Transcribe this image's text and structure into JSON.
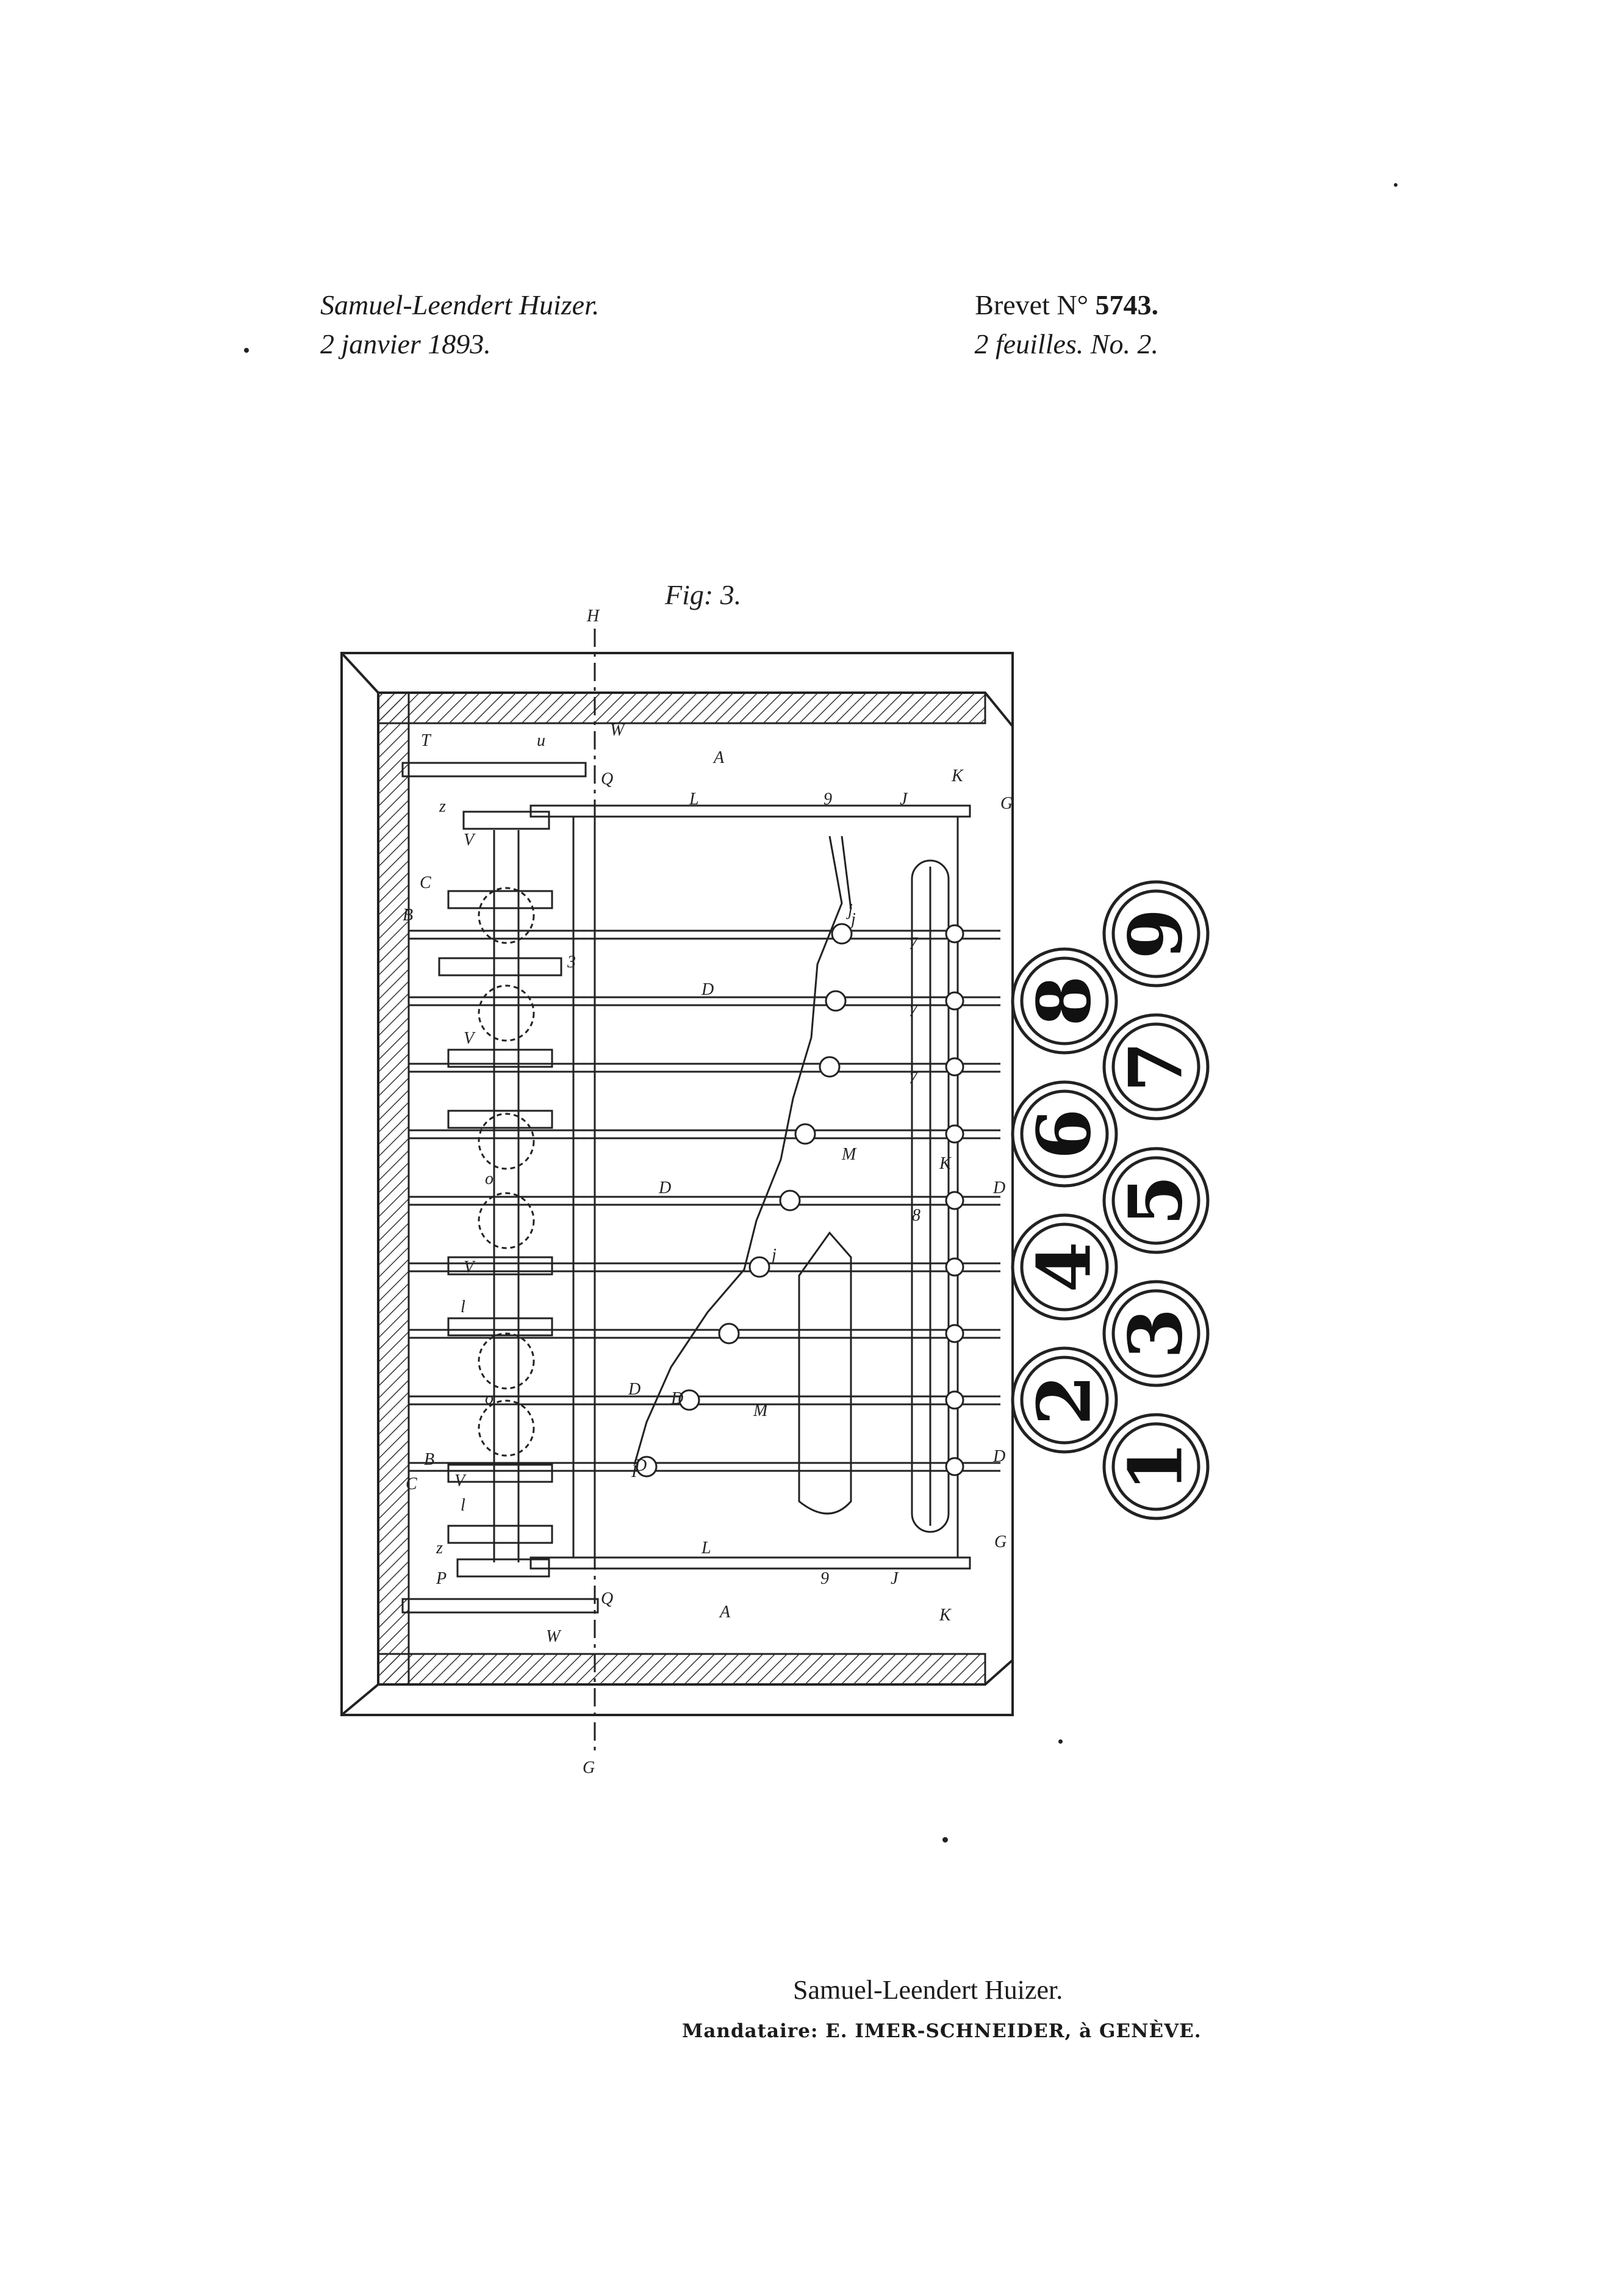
{
  "header": {
    "inventor": "Samuel-Leendert Huizer.",
    "date": "2 janvier 1893.",
    "patent_prefix": "Brevet N°",
    "patent_number": "5743.",
    "sheets": "2 feuilles. No. 2."
  },
  "figure": {
    "title": "Fig: 3.",
    "keys": [
      "9",
      "8",
      "7",
      "6",
      "5",
      "4",
      "3",
      "2",
      "1"
    ],
    "section_labels": {
      "top": "H",
      "bottom": "G"
    },
    "part_labels": [
      "A",
      "A",
      "L",
      "L",
      "M",
      "M",
      "D",
      "D",
      "D",
      "D",
      "D",
      "D",
      "D",
      "j",
      "j",
      "j",
      "J",
      "J",
      "9",
      "9",
      "K",
      "K",
      "K",
      "G",
      "G",
      "W",
      "W",
      "Q",
      "Q",
      "T",
      "u",
      "z",
      "z",
      "V",
      "V",
      "V",
      "V",
      "B",
      "B",
      "C",
      "C",
      "o",
      "o",
      "P",
      "3",
      "7",
      "7",
      "7",
      "8",
      "l",
      "l",
      "I"
    ]
  },
  "footer": {
    "name": "Samuel-Leendert Huizer.",
    "agent": "Mandataire: E. IMER-SCHNEIDER, à GENÈVE."
  },
  "colors": {
    "ink": "#1b1b1b",
    "paper": "#ffffff"
  }
}
